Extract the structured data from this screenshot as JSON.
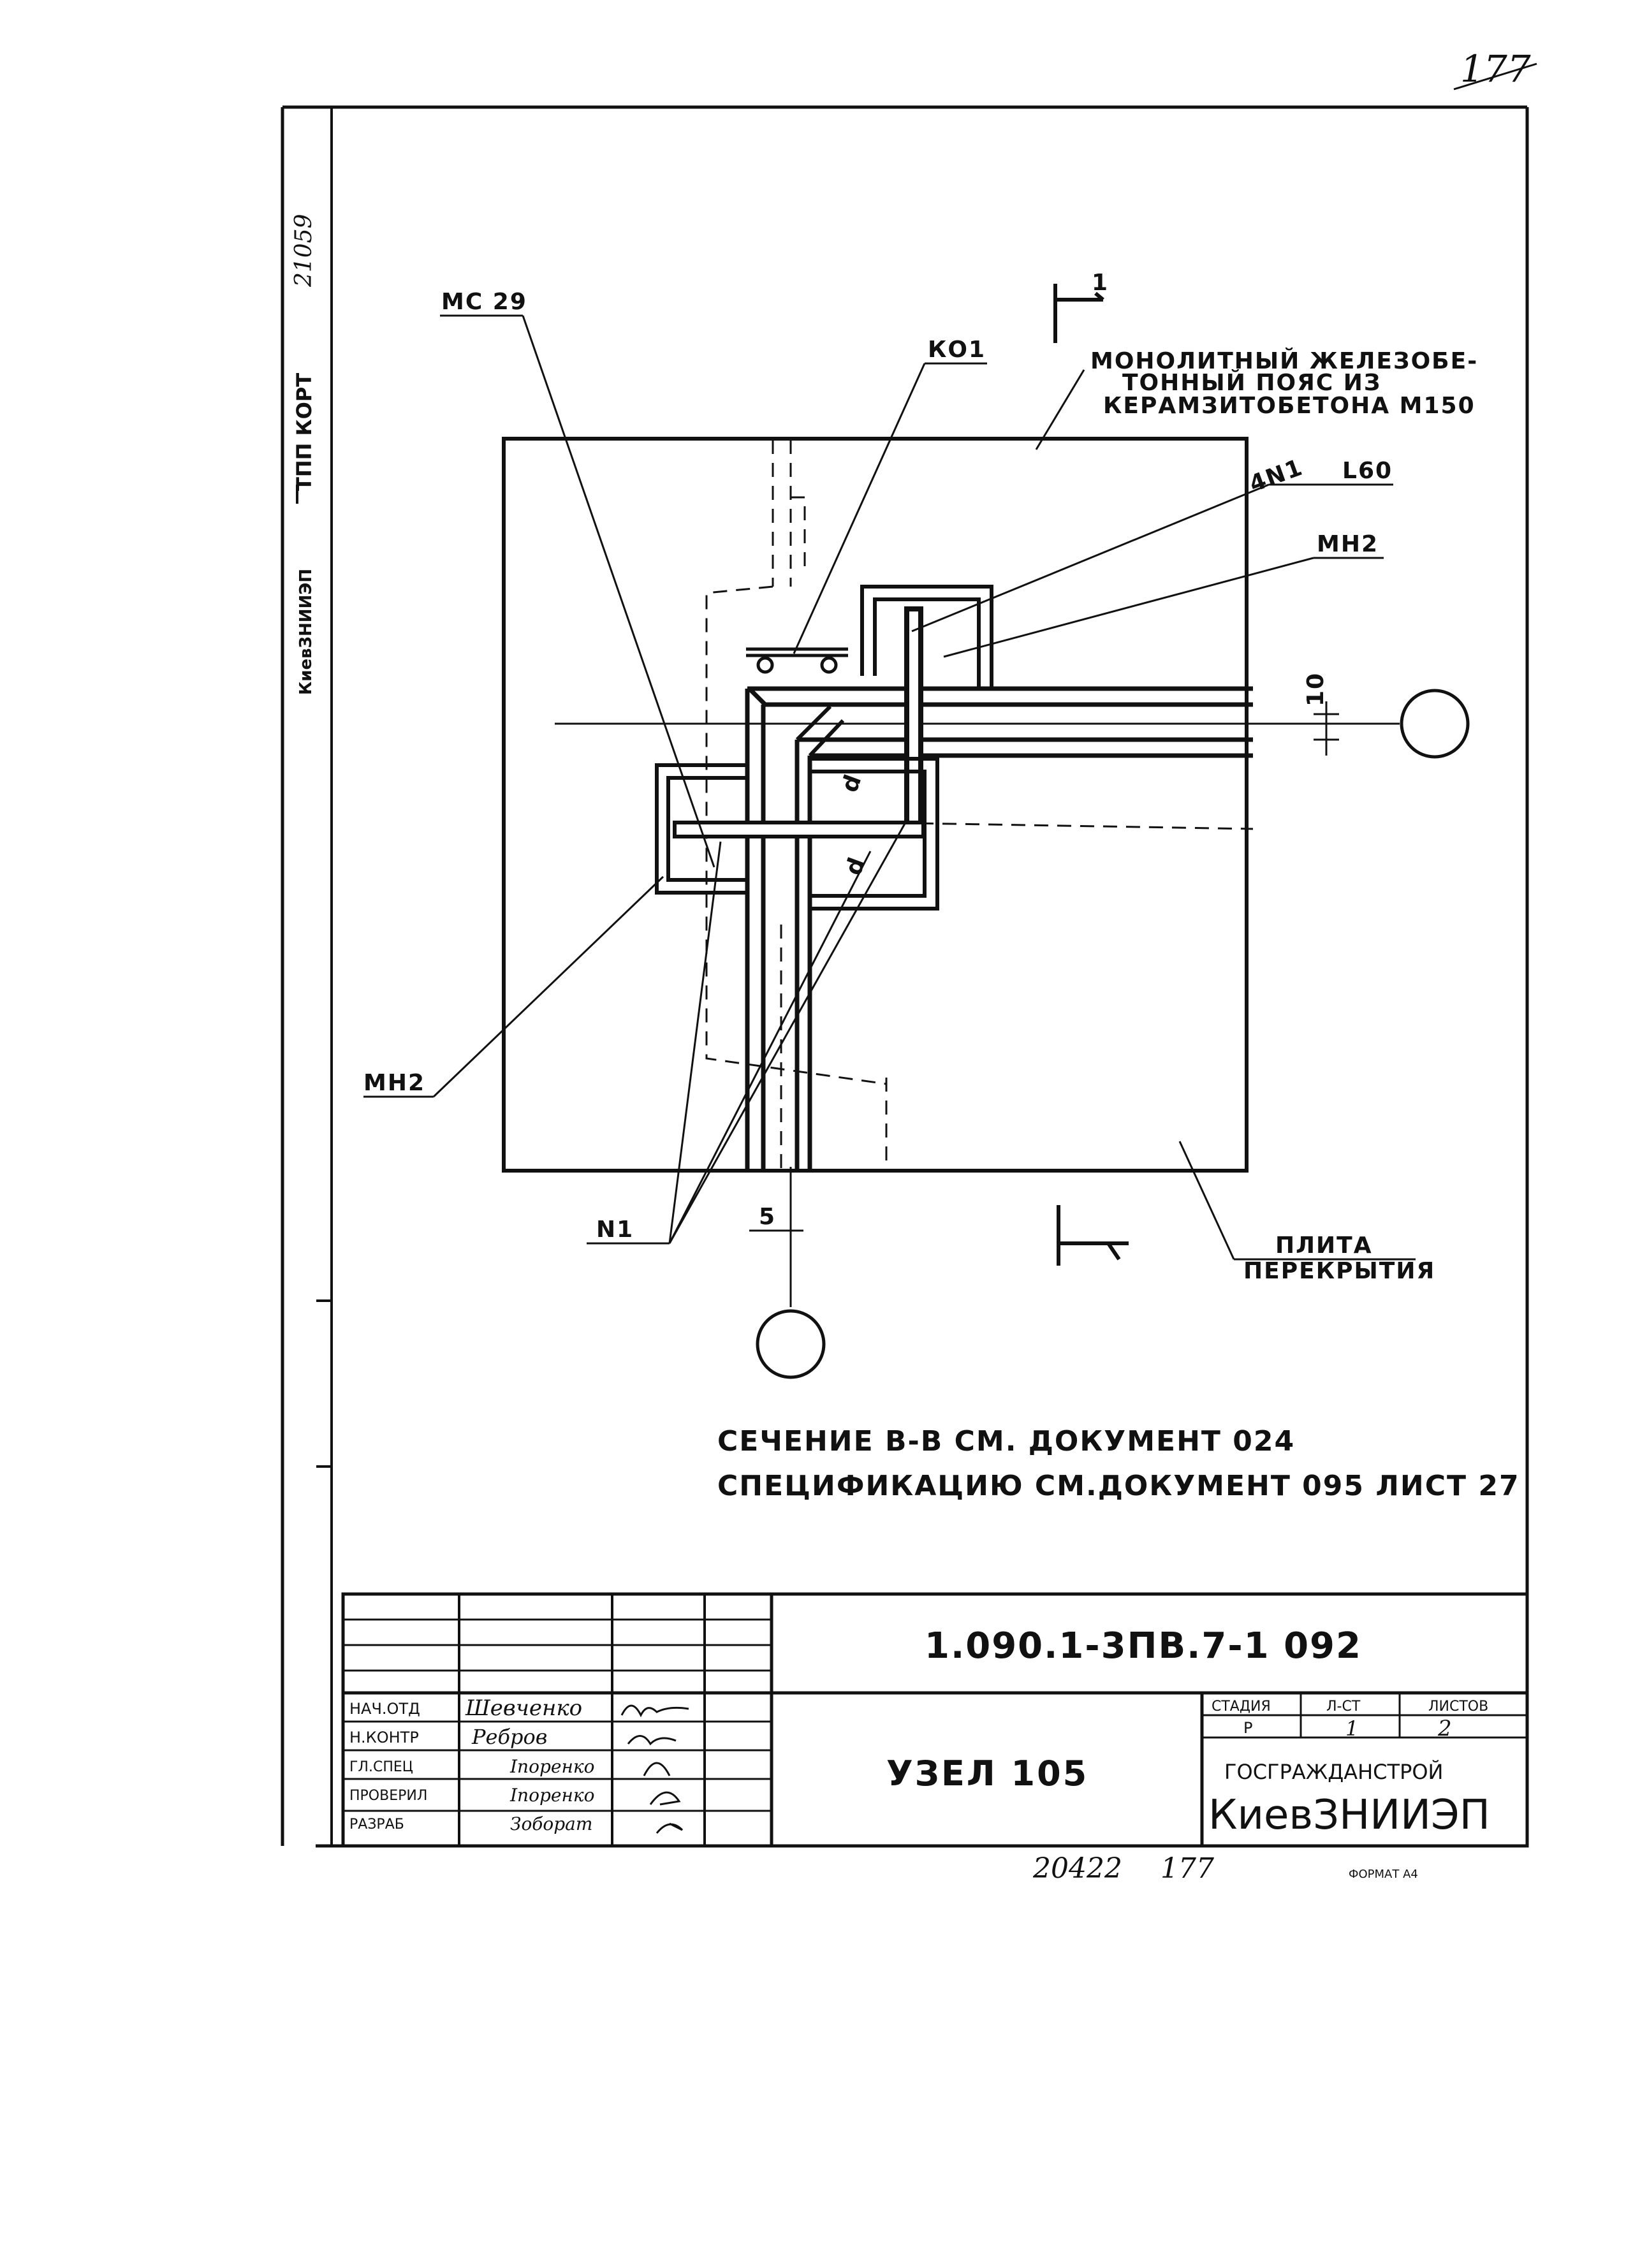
{
  "page_number": "177",
  "side_stamp": {
    "org": "КиевЗНИИЭП",
    "dept": "ТПП КОРТ",
    "num": "21059"
  },
  "labels": {
    "mc29": "МС 29",
    "ko1": "КО1",
    "section_mark": "1",
    "belt_1": "МОНОЛИТНЫЙ ЖЕЛЕЗОБЕ-",
    "belt_2": "ТОННЫЙ ПОЯС ИЗ",
    "belt_3": "КЕРАМЗИТОБЕТОНА М150",
    "four_n1": "4N1",
    "l60": "L60",
    "mh2_right": "МН2",
    "dim_10": "10",
    "mh2_left": "МН2",
    "d_mark_1": "d",
    "d_mark_2": "d",
    "n1": "N1",
    "dim_5": "5",
    "slab_1": "ПЛИТА",
    "slab_2": "ПЕРЕКРЫТИЯ"
  },
  "notes": [
    "СЕЧЕНИЕ В-В СМ. ДОКУМЕНТ 024",
    "СПЕЦИФИКАЦИЮ СМ.ДОКУМЕНТ 095 ЛИСТ 27"
  ],
  "title_block": {
    "doc_code": "1.090.1-3ПВ.7-1 092",
    "title": "УЗЕЛ 105",
    "roles": [
      "НАЧ.ОТД",
      "Н.КОНТР",
      "ГЛ.СПЕЦ",
      "ПРОВЕРИЛ",
      "РАЗРАБ"
    ],
    "names": [
      "Шевченко",
      "Ребров",
      "Іпоренко",
      "Іпоренко",
      "Зоборат"
    ],
    "stage_header": "СТАДИЯ",
    "sheet_header": "Л-СТ",
    "sheets_header": "ЛИСТОВ",
    "stage": "Р",
    "sheet": "1",
    "sheets": "2",
    "org_1": "ГОСГРАЖДАНСТРОЙ",
    "org_2": "КиевЗНИИЭП"
  },
  "footer": {
    "archive_no": "20422",
    "page": "177",
    "format": "ФОРМАТ А4"
  }
}
